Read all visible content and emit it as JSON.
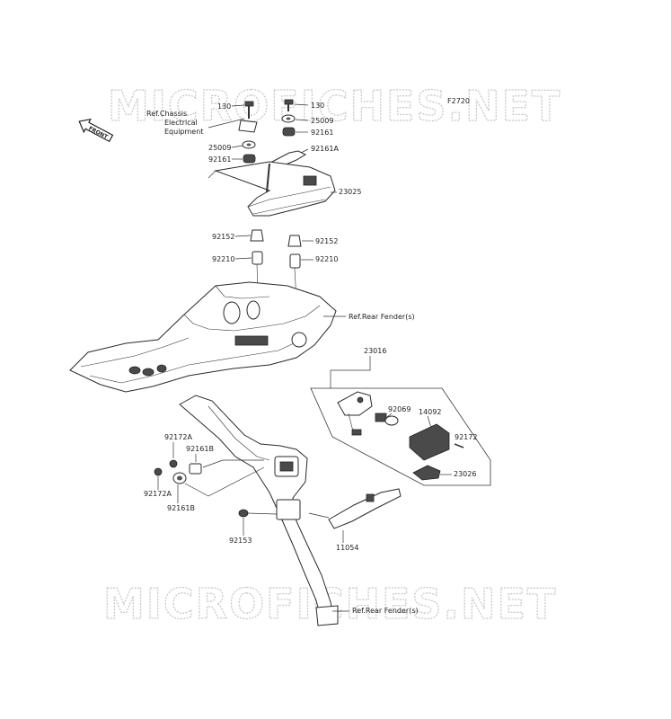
{
  "diagram": {
    "figure_code": "F2720",
    "front_arrow_label": "FRONT",
    "watermark": "MICROFICHES.NET",
    "references": {
      "chassis": [
        "Ref.Chassis",
        "Electrical",
        "Equipment"
      ],
      "rear_fender_top": "Ref.Rear Fender(s)",
      "rear_fender_bottom": "Ref.Rear Fender(s)"
    },
    "part_labels": {
      "p130_left": "130",
      "p130_right": "130",
      "p25009_left": "25009",
      "p25009_right": "25009",
      "p92161_left": "92161",
      "p92161_right": "92161",
      "p92161A": "92161A",
      "p23025": "23025",
      "p92152_left": "92152",
      "p92152_right": "92152",
      "p92210_left": "92210",
      "p92210_right": "92210",
      "p23016": "23016",
      "p92069": "92069",
      "p14092": "14092",
      "p92172": "92172",
      "p23026": "23026",
      "p92172A_top": "92172A",
      "p92161B_top": "92161B",
      "p92172A_bottom": "92172A",
      "p92161B_bottom": "92161B",
      "p92153": "92153",
      "p11054": "11054"
    }
  }
}
